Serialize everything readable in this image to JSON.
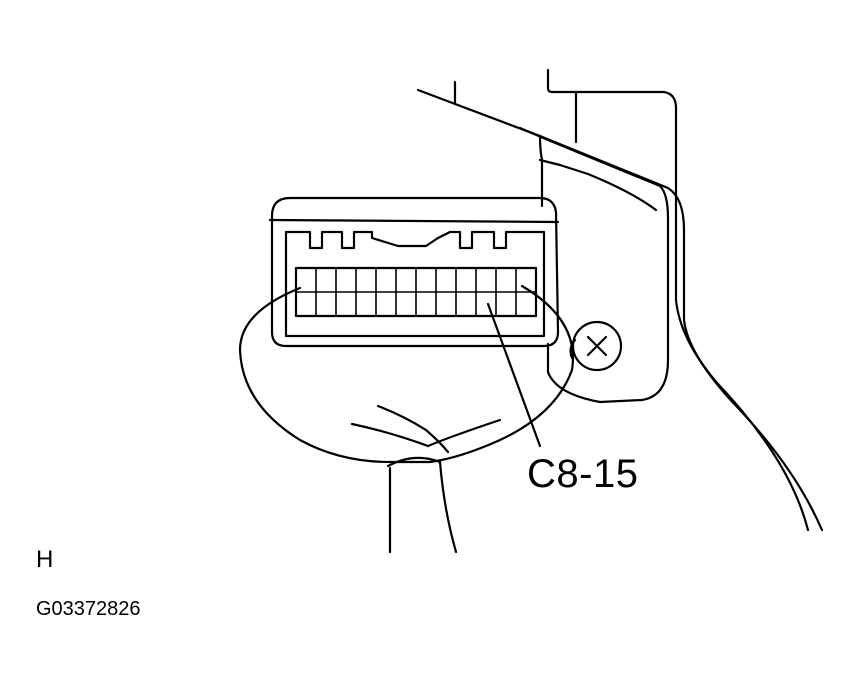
{
  "diagram": {
    "connector_callout": "C8-15",
    "view_letter": "H",
    "figure_id": "G03372826"
  }
}
